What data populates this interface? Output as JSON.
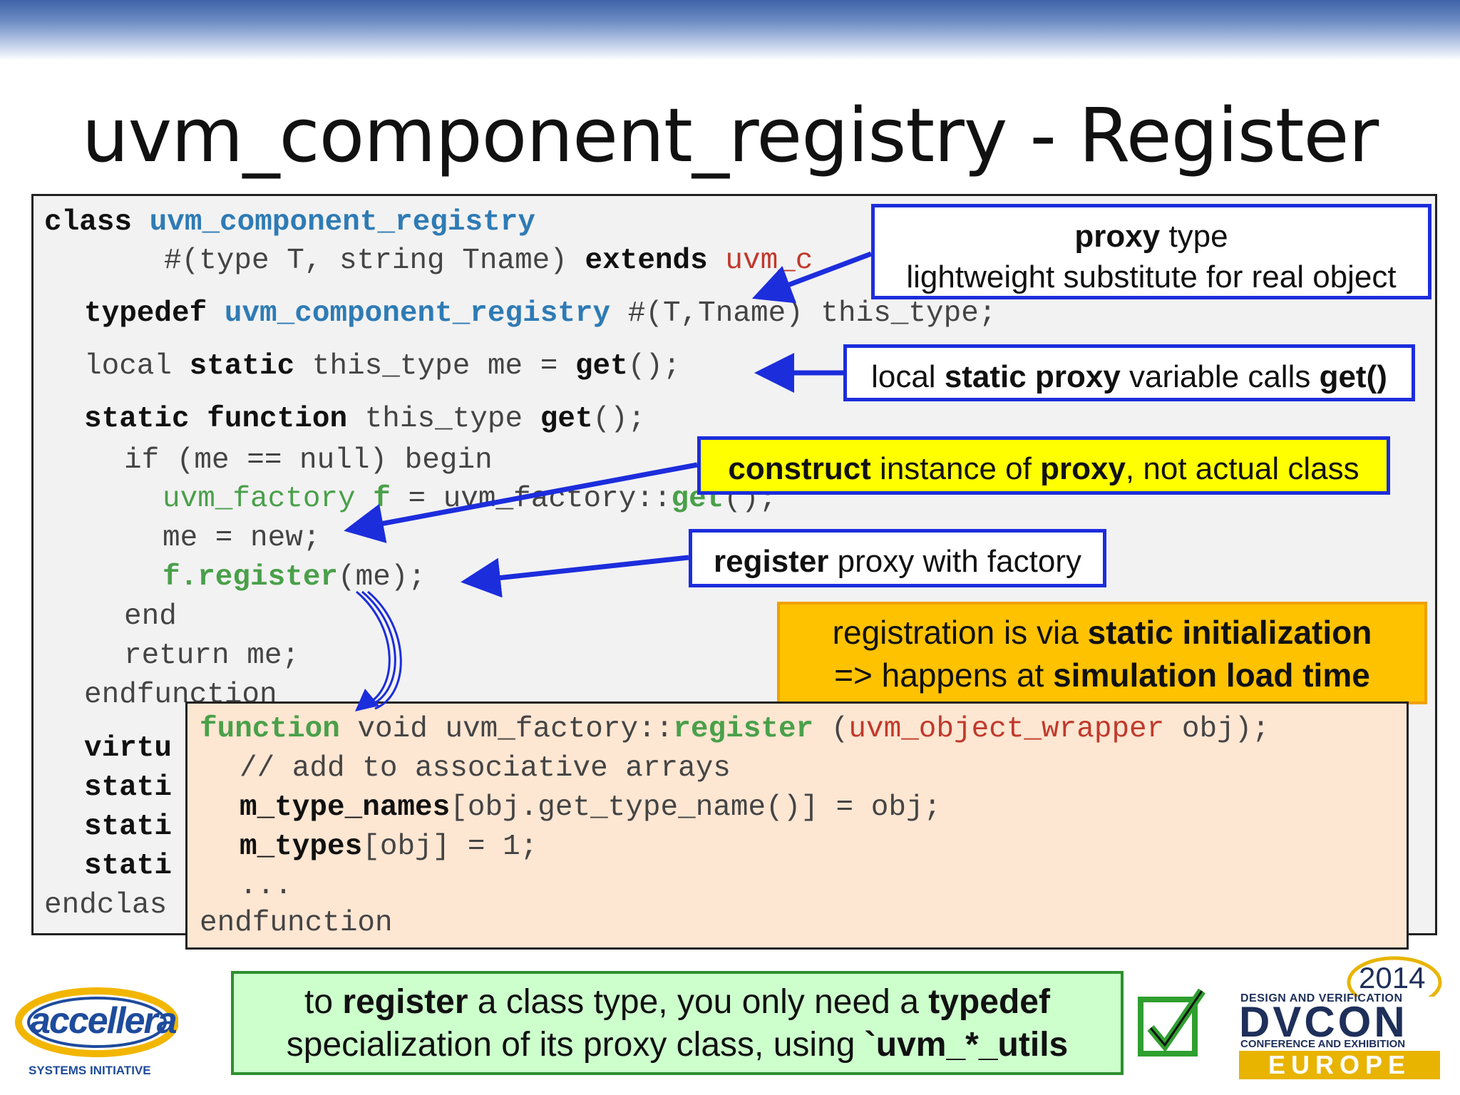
{
  "title": "uvm_component_registry - Register",
  "code": {
    "l1_kw": "class",
    "l1_name": "uvm_component_registry",
    "l2_params": "#(type T, string Tname)",
    "l2_kw": "extends",
    "l2_tail": "uvm_c",
    "l3_kw": "typedef",
    "l3_name": "uvm_component_registry",
    "l3_rest": "#(T,Tname) this_type;",
    "l4_a": "local",
    "l4_kw": "static",
    "l4_b": "this_type me =",
    "l4_fn": "get",
    "l4_c": "();",
    "l5_kw1": "static",
    "l5_kw2": "function",
    "l5_b": "this_type",
    "l5_fn": "get",
    "l5_c": "();",
    "l6": "if (me == null) begin",
    "l7_type": "uvm_factory",
    "l7_var": "f",
    "l7_rest": "= uvm_factory::",
    "l7_fn": "get",
    "l7_end": "();",
    "l8": "me = new;",
    "l9_fn": "f.register",
    "l9_rest": "(me);",
    "l10": "end",
    "l11": "return me;",
    "l12": "endfunction",
    "l13": "virtu",
    "l14": "stati",
    "l15": "stati",
    "l16": "stati",
    "l17": "endclas"
  },
  "func": {
    "l1_kw": "function",
    "l1_a": "void uvm_factory::",
    "l1_fn": "register",
    "l1_b": "(",
    "l1_param": "uvm_object_wrapper",
    "l1_c": "obj);",
    "l2": "// add to associative arrays",
    "l3_var": "m_type_names",
    "l3_rest": "[obj.get_type_name()] = obj;",
    "l4_var": "m_types",
    "l4_rest": "[obj] = 1;",
    "l5": "...",
    "l6": "endfunction"
  },
  "callouts": {
    "proxy_bold": "proxy",
    "proxy_rest": " type",
    "proxy_line2": "lightweight substitute for real object",
    "local_a": "local ",
    "local_b": "static proxy",
    "local_c": " variable calls ",
    "local_d": "get()",
    "construct_a": "construct",
    "construct_b": " instance of ",
    "construct_c": "proxy",
    "construct_d": ", not actual class",
    "register_a": "register",
    "register_b": " proxy with factory",
    "static_a": "registration is via ",
    "static_b": "static initialization",
    "static_c": "=> happens at ",
    "static_d": "simulation load time"
  },
  "note": {
    "a": "to ",
    "b": "register",
    "c": " a class type, you only need a ",
    "d": "typedef",
    "e": "specialization of its proxy class, using ",
    "f": "`uvm_*_utils"
  },
  "logos": {
    "accellera": "accellera",
    "accellera_sub": "SYSTEMS INITIATIVE",
    "dvcon_year": "2014",
    "dvcon_top": "DESIGN AND VERIFICATION",
    "dvcon_name": "DVCON",
    "dvcon_sub": "CONFERENCE AND EXHIBITION",
    "dvcon_region": "EUROPE"
  },
  "colors": {
    "arrow": "#1c2ddc",
    "code_keyword_blue": "#2e7bb5",
    "code_green": "#4aa04a",
    "check_green": "#2f9f2f"
  }
}
